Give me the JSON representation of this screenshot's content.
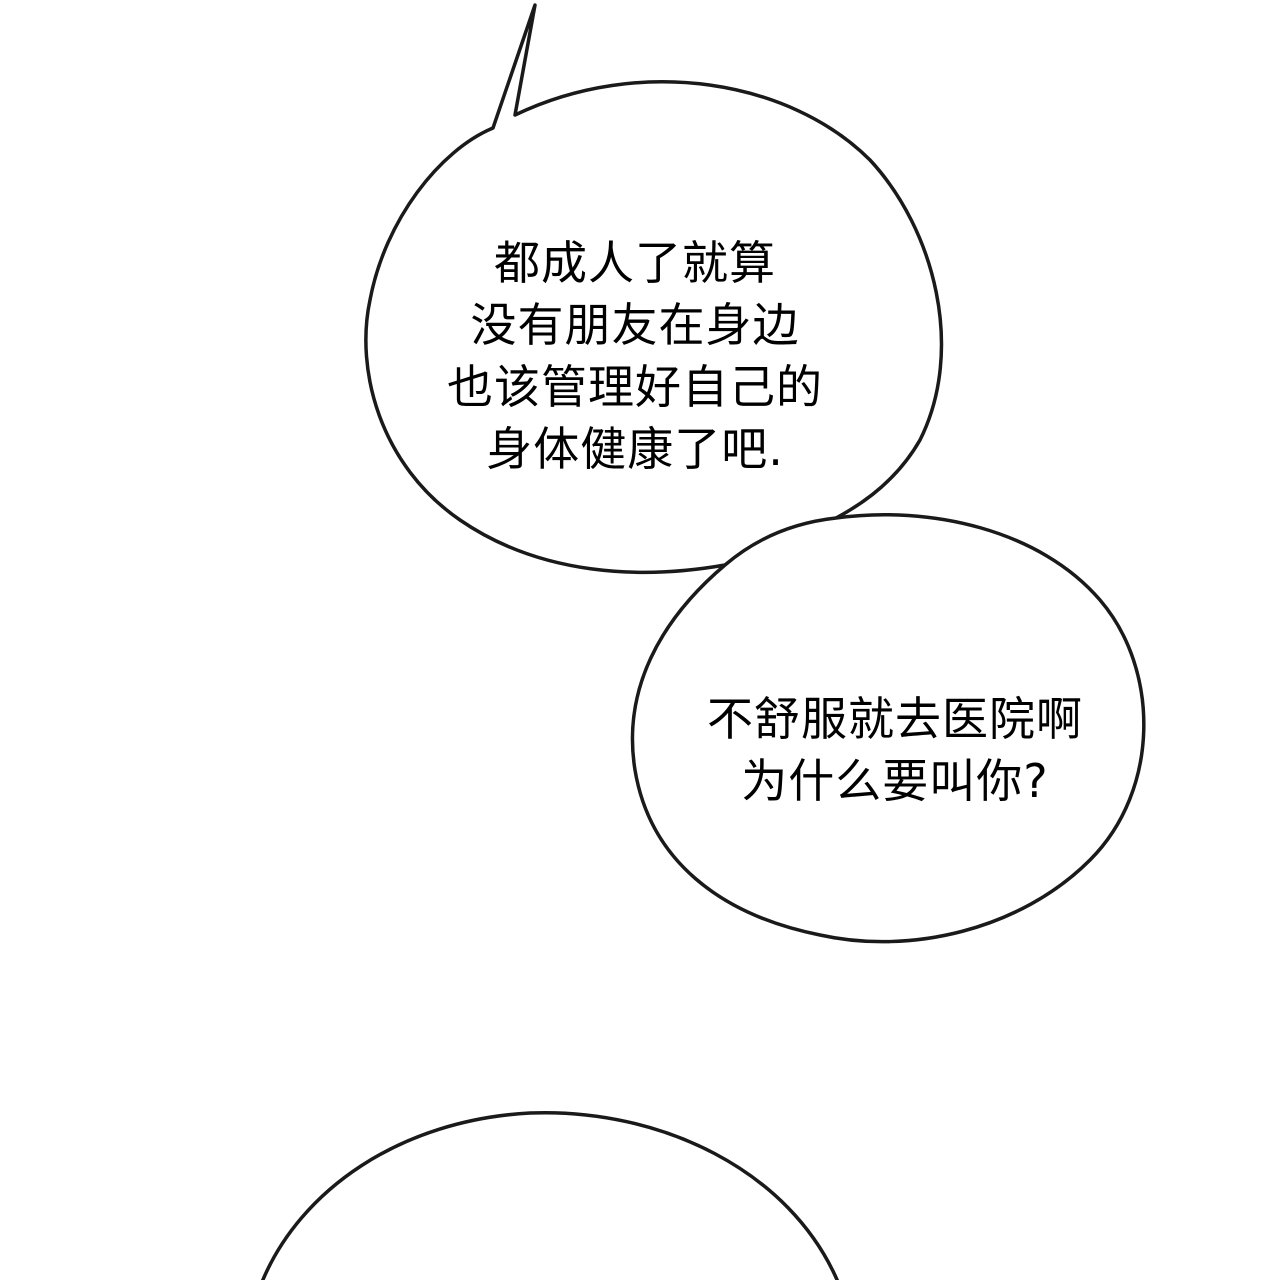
{
  "colors": {
    "background": "#ffffff",
    "bubble_fill": "#ffffff",
    "bubble_stroke": "#1a1a1a",
    "text": "#000000"
  },
  "bubbles": [
    {
      "lines": [
        "都成人了就算",
        "没有朋友在身边",
        "也该管理好自己的",
        "身体健康了吧."
      ]
    },
    {
      "lines": [
        "不舒服就去医院啊",
        "为什么要叫你?"
      ]
    },
    {
      "lines": []
    }
  ]
}
